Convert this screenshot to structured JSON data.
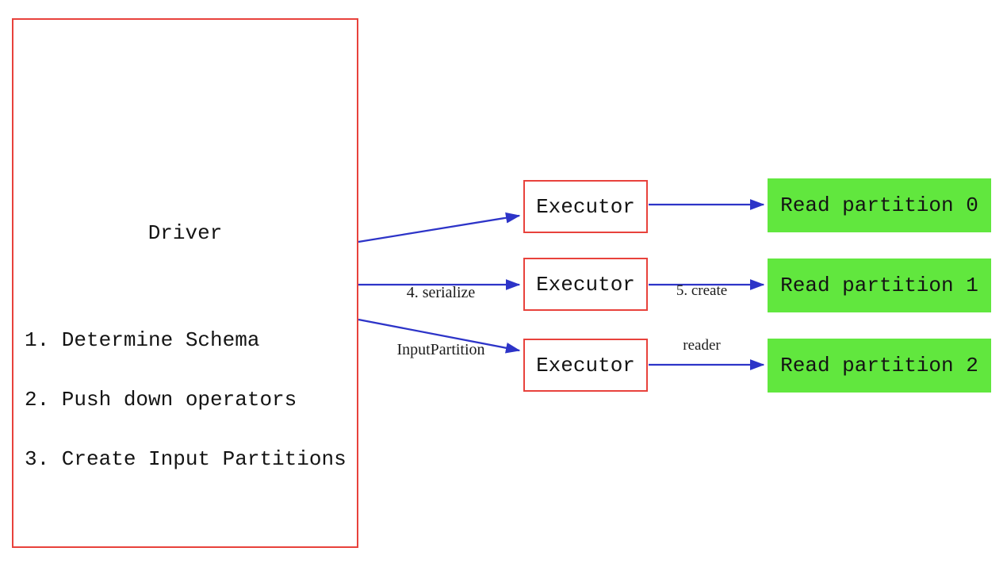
{
  "diagram": {
    "type": "flow-diagram",
    "driver": {
      "title": "Driver",
      "steps": [
        "1. Determine Schema",
        "2. Push down operators",
        "3. Create Input Partitions"
      ]
    },
    "executors": [
      {
        "label": "Executor"
      },
      {
        "label": "Executor"
      },
      {
        "label": "Executor"
      }
    ],
    "partitions": [
      {
        "label": "Read partition 0"
      },
      {
        "label": "Read partition 1"
      },
      {
        "label": "Read partition 2"
      }
    ],
    "edge_labels": {
      "serialize": {
        "line1": "4. serialize",
        "line2": "InputPartition"
      },
      "create_reader": {
        "line1": "5. create",
        "line2": "reader"
      }
    },
    "edges": [
      {
        "from": "driver",
        "to": "executor-1",
        "label": ""
      },
      {
        "from": "driver",
        "to": "executor-2",
        "label": "4. serialize InputPartition"
      },
      {
        "from": "driver",
        "to": "executor-3",
        "label": ""
      },
      {
        "from": "executor-1",
        "to": "partition-0",
        "label": ""
      },
      {
        "from": "executor-2",
        "to": "partition-1",
        "label": "5. create reader"
      },
      {
        "from": "executor-3",
        "to": "partition-2",
        "label": ""
      }
    ],
    "colors": {
      "node_border": "#e8423c",
      "arrow": "#2d34c8",
      "partition_fill": "#61e73e",
      "background": "#ffffff",
      "text": "#141414"
    }
  }
}
